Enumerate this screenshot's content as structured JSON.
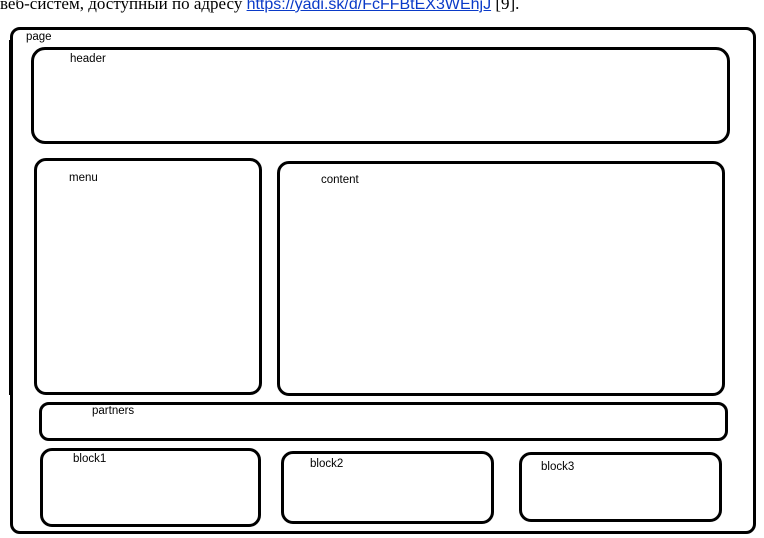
{
  "caption": {
    "prefix": "веб-систем, доступный по адресу ",
    "link": "https://yadi.sk/d/FcFFBtEX3WEhjJ",
    "suffix": " [9]."
  },
  "diagram": {
    "page": "page",
    "header": "header",
    "menu": "menu",
    "content": "content",
    "partners": "partners",
    "block1": "block1",
    "block2": "block2",
    "block3": "block3"
  }
}
